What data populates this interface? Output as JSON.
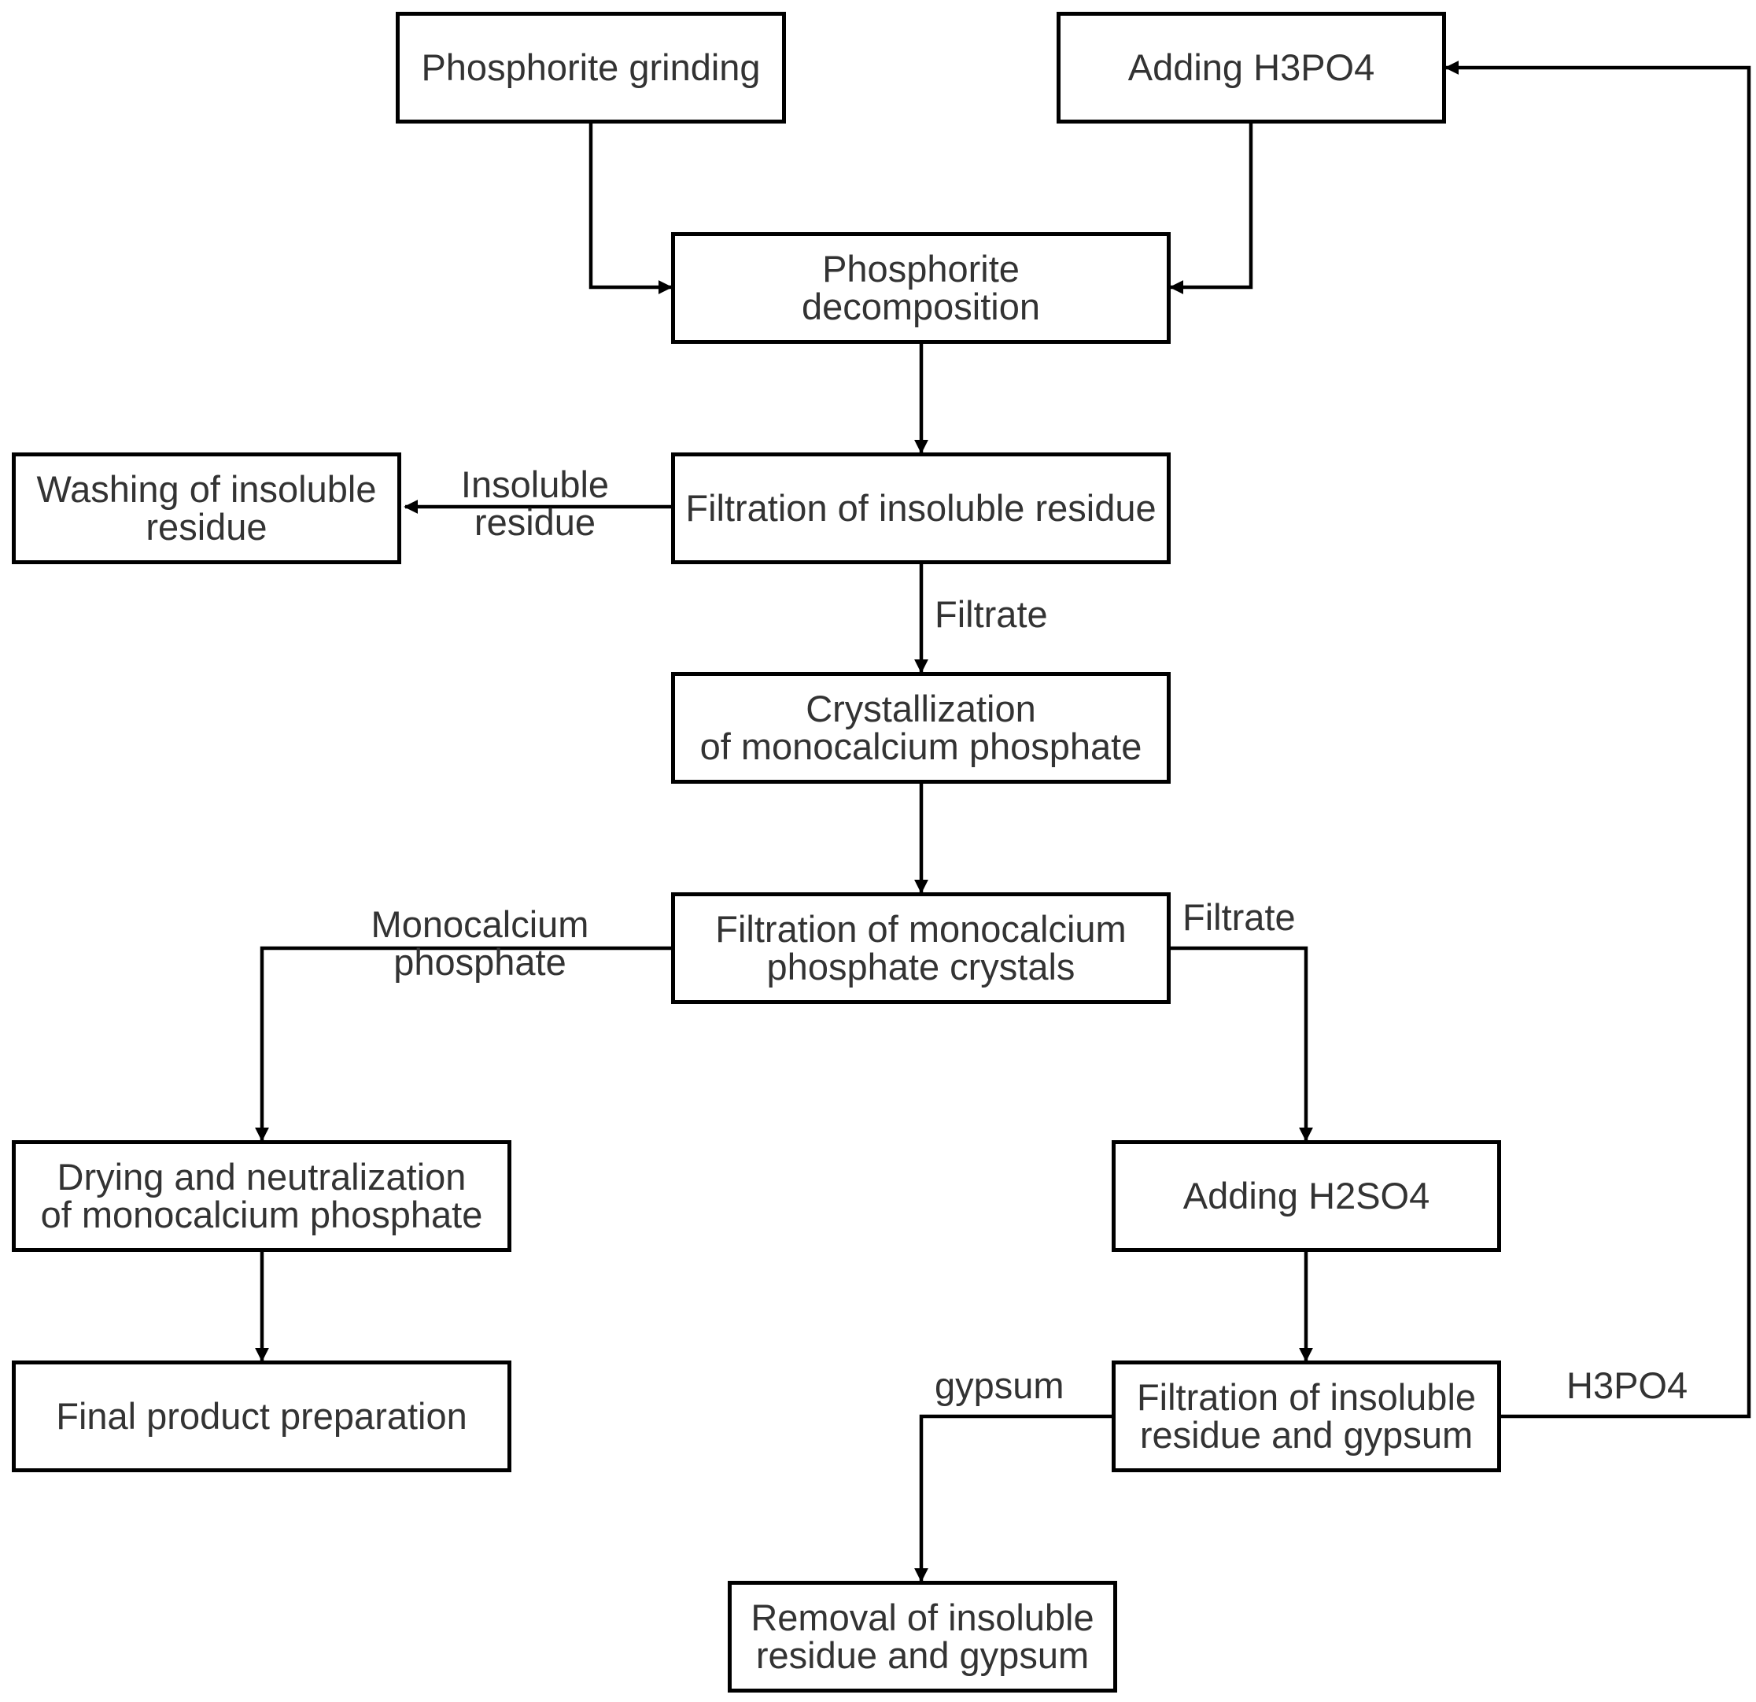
{
  "nodes": {
    "grinding": "Phosphorite grinding",
    "add_h3po4": "Adding H3PO4",
    "decomposition": "Phosphorite\ndecomposition",
    "washing": "Washing of insoluble\nresidue",
    "filtration_residue": "Filtration of insoluble residue",
    "crystallization": "Crystallization\nof monocalcium phosphate",
    "filtration_crystals": "Filtration of monocalcium\nphosphate crystals",
    "drying": "Drying and neutralization\nof monocalcium phosphate",
    "final_product": "Final product preparation",
    "add_h2so4": "Adding H2SO4",
    "filtration_gypsum": "Filtration of insoluble\nresidue and gypsum",
    "removal": "Removal of insoluble\nresidue and gypsum"
  },
  "edge_labels": {
    "insoluble_residue": "Insoluble\nresidue",
    "filtrate_1": "Filtrate",
    "monocalcium_phosphate": "Monocalcium\nphosphate",
    "filtrate_2": "Filtrate",
    "gypsum": "gypsum",
    "h3po4_recycle": "H3PO4"
  }
}
